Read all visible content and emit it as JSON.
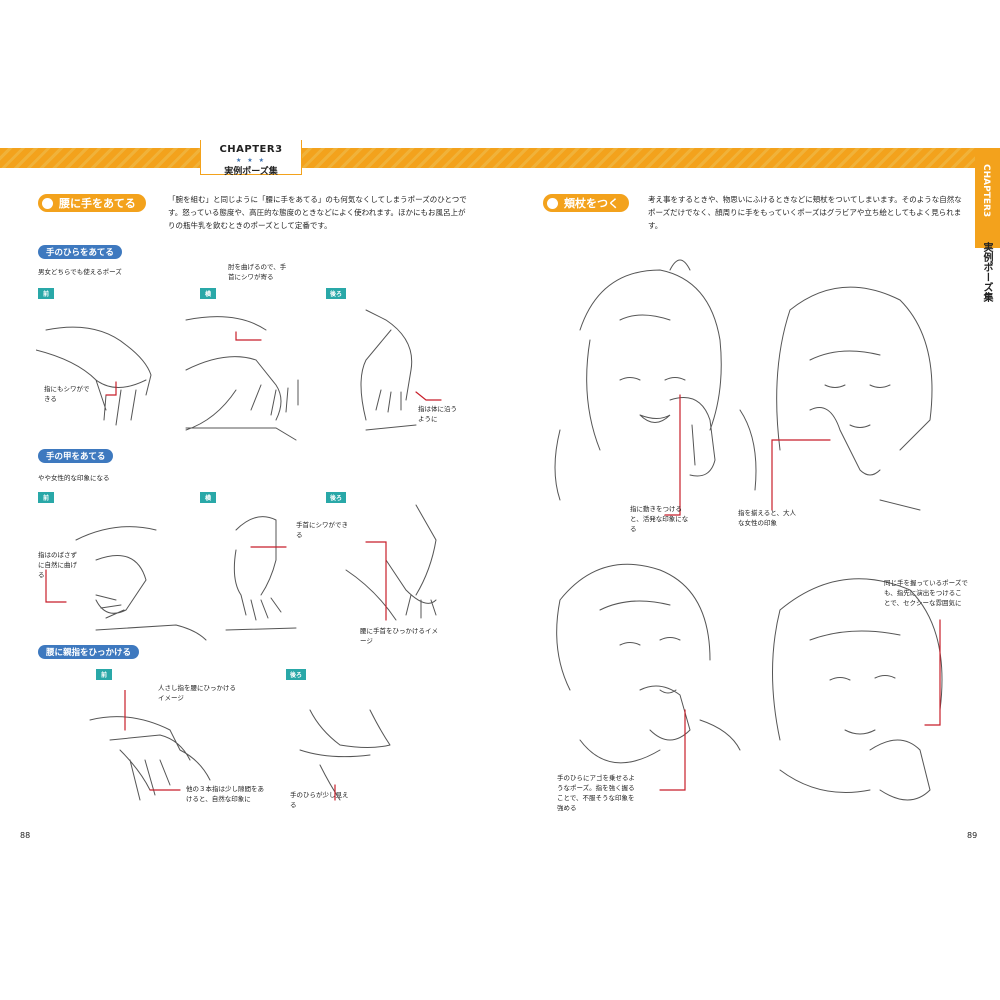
{
  "header": {
    "chapter": "CHAPTER3",
    "stars": "★ ★ ★",
    "subtitle": "実例ポーズ集",
    "side_chapter": "CHAPTER3",
    "side_subtitle": "実例ポーズ集"
  },
  "left": {
    "section_title": "腰に手をあてる",
    "description": "「腕を組む」と同じように「腰に手をあてる」のも何気なくしてしまうポーズのひとつです。怒っている態度や、高圧的な態度のときなどによく使われます。ほかにもお風呂上がりの瓶牛乳を飲むときのポーズとして定番です。",
    "sub1": {
      "title": "手のひらをあてる",
      "note": "男女どちらでも使えるポーズ",
      "tags": [
        "前",
        "横",
        "後ろ"
      ],
      "captions": [
        "肘を曲げるので、手首にシワが寄る",
        "指にもシワができる",
        "指は体に沿うように"
      ]
    },
    "sub2": {
      "title": "手の甲をあてる",
      "note": "やや女性的な印象になる",
      "tags": [
        "前",
        "横",
        "後ろ"
      ],
      "captions": [
        "手首にシワができる",
        "指はのばさずに自然に曲げる",
        "腰に手首をひっかけるイメージ"
      ]
    },
    "sub3": {
      "title": "腰に親指をひっかける",
      "tags": [
        "前",
        "後ろ"
      ],
      "captions": [
        "人さし指を腰にひっかけるイメージ",
        "他の３本指は少し隙間をあけると、自然な印象に",
        "手のひらが少し見える"
      ]
    },
    "page_number": "88"
  },
  "right": {
    "section_title": "頬杖をつく",
    "description": "考え事をするときや、物思いにふけるときなどに頬杖をついてしまいます。そのような自然なポーズだけでなく、顔周りに手をもっていくポーズはグラビアや立ち絵としてもよく見られます。",
    "captions": [
      "指に動きをつけると、活発な印象になる",
      "指を揃えると、大人な女性の印象",
      "手のひらにアゴを乗せるようなポーズ。指を強く握ることで、不服そうな印象を強める",
      "同じ手を握っているポーズでも、指先に演出をつけることで、セクシーな雰囲気に"
    ],
    "page_number": "89"
  },
  "colors": {
    "accent": "#f3a21c",
    "blue": "#3e79bf",
    "teal": "#29a8a8",
    "red": "#c81e2a"
  }
}
